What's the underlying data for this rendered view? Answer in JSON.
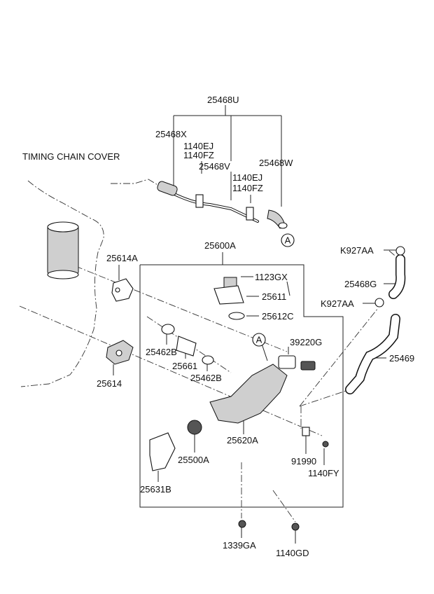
{
  "labels": {
    "timing_chain_cover": "TIMING CHAIN COVER",
    "p25468U": "25468U",
    "p25468X": "25468X",
    "p1140EJ_a": "1140EJ",
    "p1140FZ_a": "1140FZ",
    "p25468V": "25468V",
    "p1140EJ_b": "1140EJ",
    "p1140FZ_b": "1140FZ",
    "p25468W": "25468W",
    "p25600A": "25600A",
    "p25614A": "25614A",
    "p1123GX": "1123GX",
    "p25611": "25611",
    "p25612C": "25612C",
    "pK927AA_a": "K927AA",
    "p25468G": "25468G",
    "pK927AA_b": "K927AA",
    "p39220G": "39220G",
    "p25469": "25469",
    "p25462B_a": "25462B",
    "p25661": "25661",
    "p25462B_b": "25462B",
    "p25614": "25614",
    "p25620A": "25620A",
    "p25500A": "25500A",
    "p91990": "91990",
    "p1140FY": "1140FY",
    "p25631B": "25631B",
    "p1339GA": "1339GA",
    "p1140GD": "1140GD",
    "ref_A_1": "A",
    "ref_A_2": "A"
  }
}
